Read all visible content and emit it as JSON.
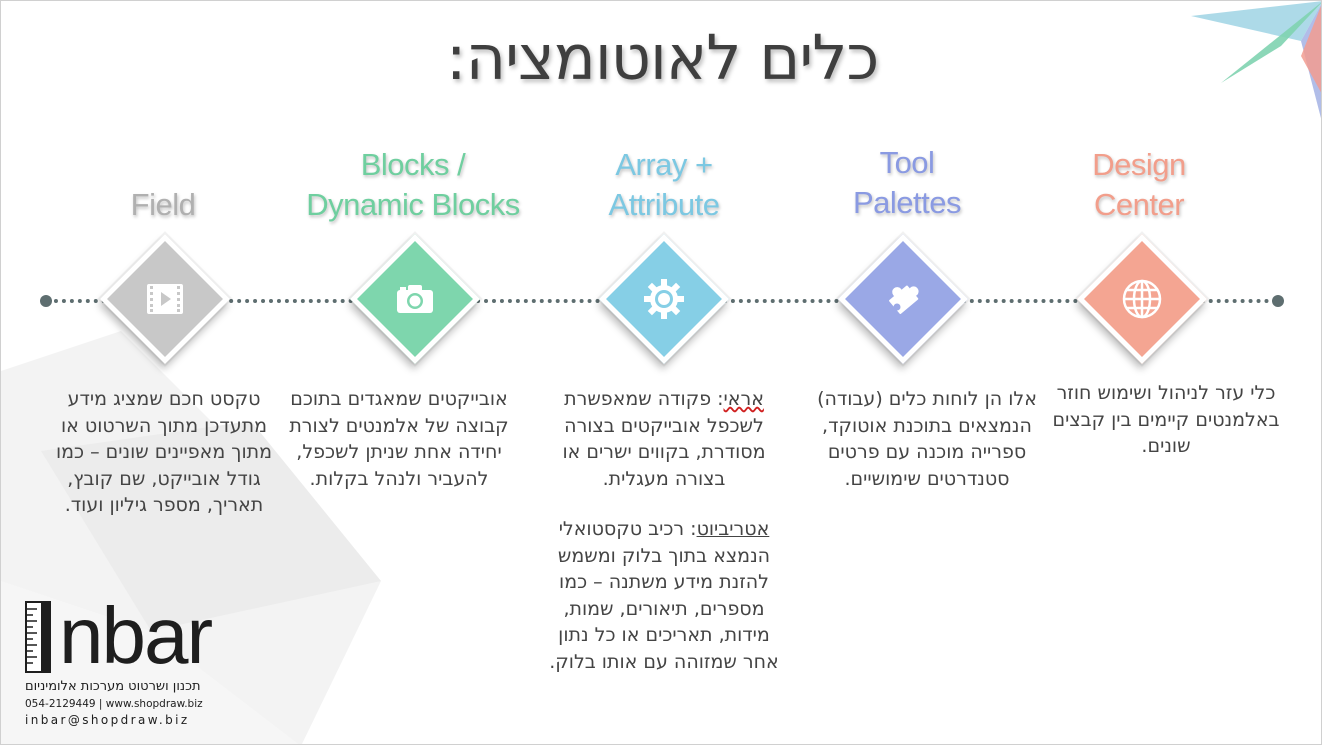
{
  "title": "כלים לאוטומציה:",
  "colors": {
    "field": "#c8c8c8",
    "blocks": "#7ed6ad",
    "array": "#86cfe6",
    "tool": "#9aa8e6",
    "design": "#f4a592",
    "timeline": "#5e6e70"
  },
  "items": [
    {
      "heading": "Field",
      "icon": "film-icon",
      "description": "טקסט חכם שמציג מידע מתעדכן מתוך השרטוט או מתוך מאפיינים שונים – כמו גודל אובייקט, שם קובץ, תאריך, מספר גיליון ועוד."
    },
    {
      "heading": "Blocks /\nDynamic Blocks",
      "icon": "camera-icon",
      "description": "אובייקטים שמאגדים בתוכם קבוצה של אלמנטים לצורת יחידה אחת שניתן לשכפל, להעביר ולנהל בקלות."
    },
    {
      "heading": "Array +\nAttribute",
      "icon": "gear-icon",
      "array_term": "אראי",
      "array_text": ": פקודה שמאפשרת לשכפל אובייקטים בצורה מסודרת, בקווים ישרים או בצורה מעגלית.",
      "attribute_term": "אטריביוט",
      "attribute_text": ": רכיב טקסטואלי הנמצא בתוך בלוק ומשמש להזנת מידע משתנה – כמו מספרים, תיאורים, שמות, מידות, תאריכים או כל נתון אחר שמזוהה עם אותו בלוק."
    },
    {
      "heading": "Tool\nPalettes",
      "icon": "puzzle-icon",
      "description": "אלו הן לוחות כלים (עבודה) הנמצאים בתוכנת אוטוקד, ספרייה מוכנה עם פרטים סטנדרטים שימושיים."
    },
    {
      "heading": "Design\nCenter",
      "icon": "globe-icon",
      "description": "כלי עזר לניהול ושימוש חוזר באלמנטים קיימים בין קבצים שונים."
    }
  ],
  "logo": {
    "word": "nbar",
    "tagline": "תכנון ושרטוט מערכות אלומיניום",
    "contact": "054-2129449 | www.shopdraw.biz",
    "email": "inbar@shopdraw.biz"
  }
}
